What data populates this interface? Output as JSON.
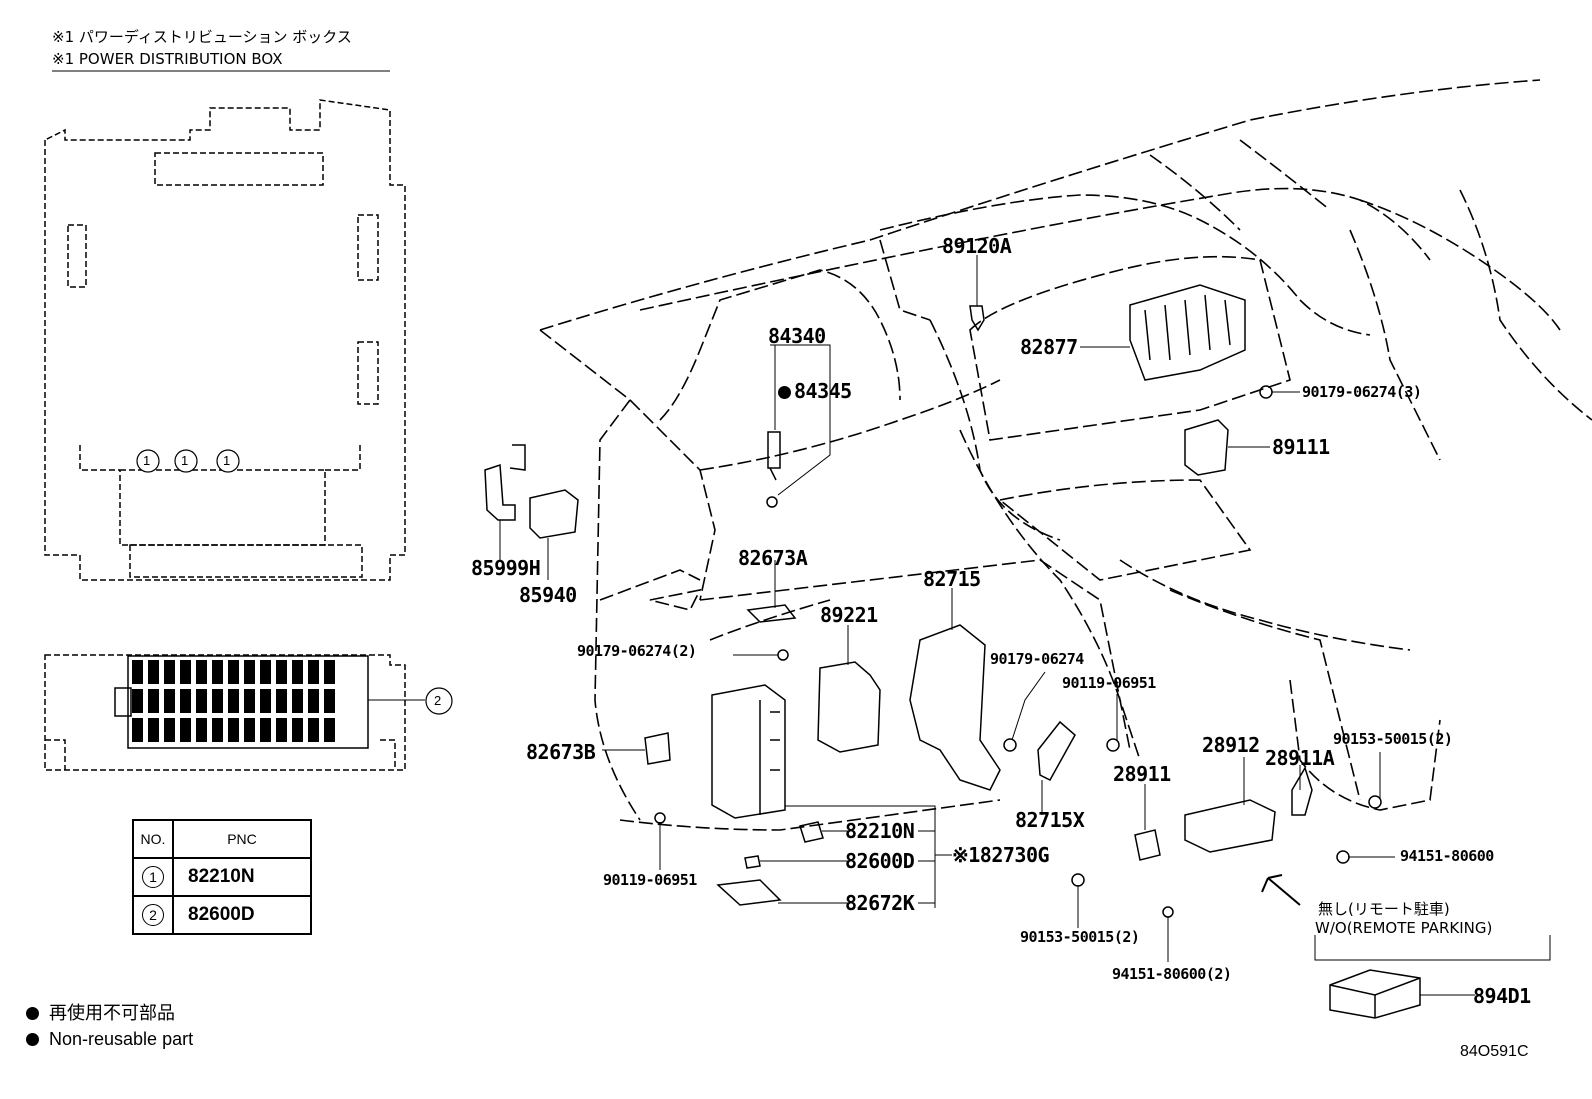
{
  "header": {
    "jp": "※1 パワーディストリビューション ボックス",
    "en": "※1 POWER DISTRIBUTION BOX"
  },
  "callouts": {
    "circle_1": "1",
    "circle_2": "2"
  },
  "table": {
    "col_no": "NO.",
    "col_pnc": "PNC",
    "rows": [
      {
        "no": "1",
        "pnc": "82210N"
      },
      {
        "no": "2",
        "pnc": "82600D"
      }
    ]
  },
  "legend": {
    "jp": "再使用不可部品",
    "en": "Non-reusable part"
  },
  "parts": {
    "p89120A": "89120A",
    "p82877": "82877",
    "p90179_06274_3": "90179-06274(3)",
    "p89111": "89111",
    "p84340": "84340",
    "p84345": "84345",
    "p85999H": "85999H",
    "p85940": "85940",
    "p82673A": "82673A",
    "p82715": "82715",
    "p89221": "89221",
    "p90179_06274_2": "90179-06274(2)",
    "p90179_06274": "90179-06274",
    "p90119_06951_a": "90119-06951",
    "p28912": "28912",
    "p28911A": "28911A",
    "p90153_50015_2a": "90153-50015(2)",
    "p82673B": "82673B",
    "p28911": "28911",
    "p82715X": "82715X",
    "p82210N": "82210N",
    "p82600D": "82600D",
    "p82730G": "※182730G",
    "p94151_80600": "94151-80600",
    "p90119_06951_b": "90119-06951",
    "p82672K": "82672K",
    "p90153_50015_2b": "90153-50015(2)",
    "p94151_80600_2": "94151-80600(2)",
    "p894D1": "894D1"
  },
  "remote_note": {
    "jp": "無し(リモート駐車)",
    "en": "W/O(REMOTE PARKING)"
  },
  "diagram_code": "84O591C"
}
